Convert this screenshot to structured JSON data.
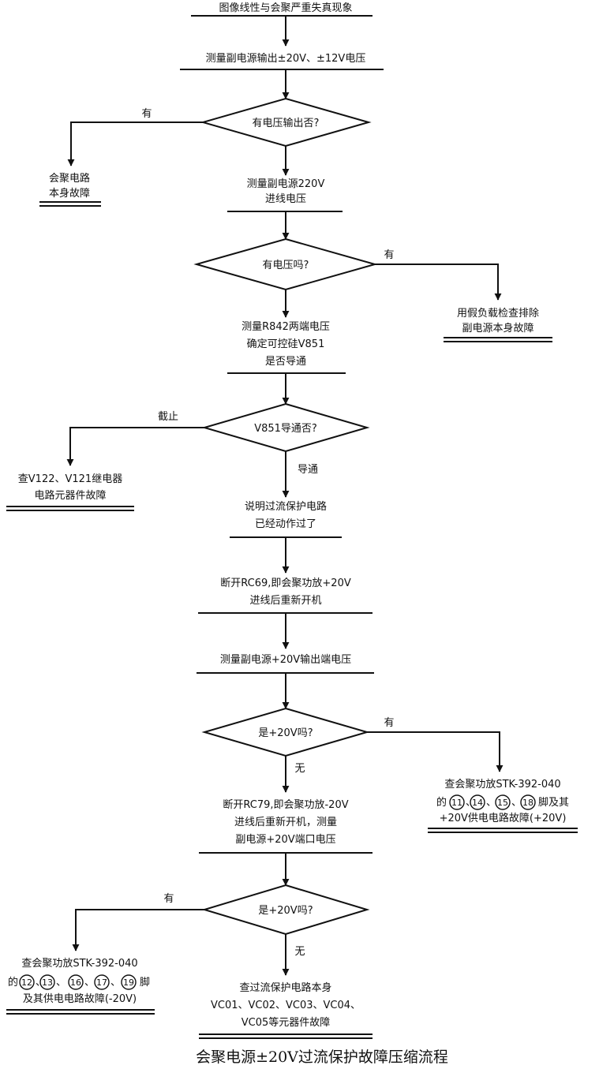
{
  "flowchart": {
    "start": "图像线性与会聚严重失真现象",
    "step1": "测量副电源输出±20V、±12V电压",
    "q1": "有电压输出否?",
    "q1_yes": "有",
    "out1": [
      "会聚电路",
      "本身故障"
    ],
    "step2": [
      "测量副电源220V",
      "进线电压"
    ],
    "q2": "有电压吗?",
    "q2_yes": "有",
    "out2": [
      "用假负载检查排除",
      "副电源本身故障"
    ],
    "step3": [
      "测量R842两端电压",
      "确定可控硅V851",
      "是否导通"
    ],
    "q3": "V851导通否?",
    "q3_cut": "截止",
    "q3_on": "导通",
    "out3": [
      "查V122、V121继电器",
      "电路元器件故障"
    ],
    "step4": [
      "说明过流保护电路",
      "已经动作过了"
    ],
    "step5": [
      "断开RC69,即会聚功放+20V",
      "进线后重新开机"
    ],
    "step6": "测量副电源+20V输出端电压",
    "q4": "是+20V吗?",
    "q4_yes": "有",
    "q4_no": "无",
    "out4": {
      "line1": "查会聚功放STK-392-040",
      "line2_pre": "的",
      "line2_sep": "、",
      "line2_post": "脚及其",
      "pins": [
        "11",
        "14",
        "15",
        "18"
      ],
      "line3": "+20V供电电路故障(+20V)"
    },
    "step7": [
      "断开RC79,即会聚功放-20V",
      "进线后重新开机，测量",
      "副电源+20V端口电压"
    ],
    "q5": "是+20V吗?",
    "q5_yes": "有",
    "q5_no": "无",
    "out5": {
      "line1": "查会聚功放STK-392-040",
      "line2_pre": "的",
      "line2_sep": "、",
      "line2_post": "脚",
      "pins": [
        "12",
        "13",
        "16",
        "17",
        "19"
      ],
      "line3": "及其供电电路故障(-20V)"
    },
    "end": [
      "查过流保护电路本身",
      "VC01、VC02、VC03、VC04、",
      "VC05等元器件故障"
    ]
  },
  "caption": "会聚电源±20V过流保护故障压缩流程"
}
